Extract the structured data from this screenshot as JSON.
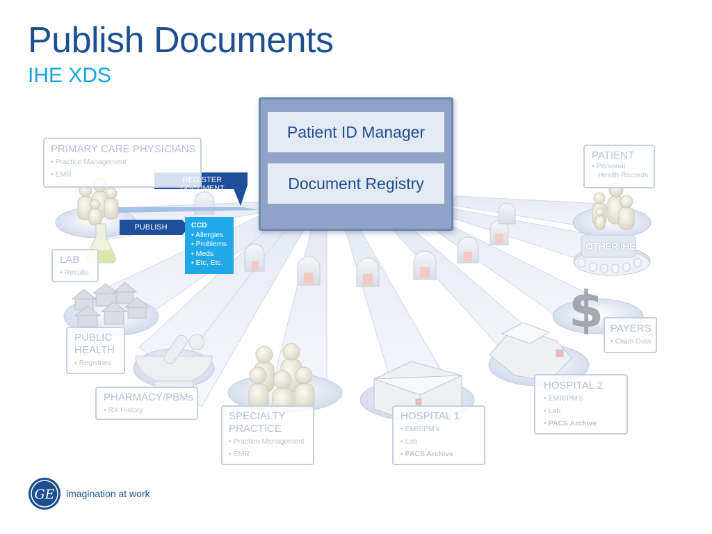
{
  "title": "Publish Documents",
  "subtitle": "IHE XDS",
  "registry": {
    "top": "Patient ID Manager",
    "bottom": "Document Registry"
  },
  "arrows": {
    "register": "REGISTER DOCUMENT",
    "publish": "PUBLISH"
  },
  "ccd": {
    "title": "CCD",
    "items": [
      "• Allergies",
      "• Problems",
      "• Meds",
      "• Etc, Etc."
    ]
  },
  "nodes": {
    "primary_care": {
      "title": "PRIMARY CARE PHYSICIANS",
      "items": [
        "• Practice Management",
        "• EMR"
      ]
    },
    "lab": {
      "title": "LAB",
      "items": [
        "• Results"
      ]
    },
    "public_health": {
      "title": "PUBLIC HEALTH",
      "items": [
        "• Registries"
      ]
    },
    "pharmacy": {
      "title": "PHARMACY/PBMs",
      "items": [
        "• RX History"
      ]
    },
    "specialty": {
      "title": "SPECIALTY PRACTICE",
      "items": [
        "• Practice Management",
        "• EMR"
      ]
    },
    "hospital1": {
      "title": "HOSPITAL 1",
      "items": [
        "• EMR/PM’s",
        "• Lab",
        "• PACS Archive"
      ]
    },
    "hospital2": {
      "title": "HOSPITAL 2",
      "items": [
        "• EMR/PM’s",
        "• Lab",
        "• PACS Archive"
      ]
    },
    "payers": {
      "title": "PAYERS",
      "items": [
        "• Claim Data"
      ]
    },
    "patient": {
      "title": "PATIENT",
      "items": [
        "• Personal",
        "Health Records"
      ]
    },
    "other_ihe": {
      "title": "OTHER IHE"
    }
  },
  "logo": {
    "text": "GE",
    "tagline": "imagination at work"
  },
  "colors": {
    "title": "#1d4f91",
    "subtitle": "#12a4de",
    "ccd": "#20a8e8",
    "arrow": "#1f4e9a"
  }
}
